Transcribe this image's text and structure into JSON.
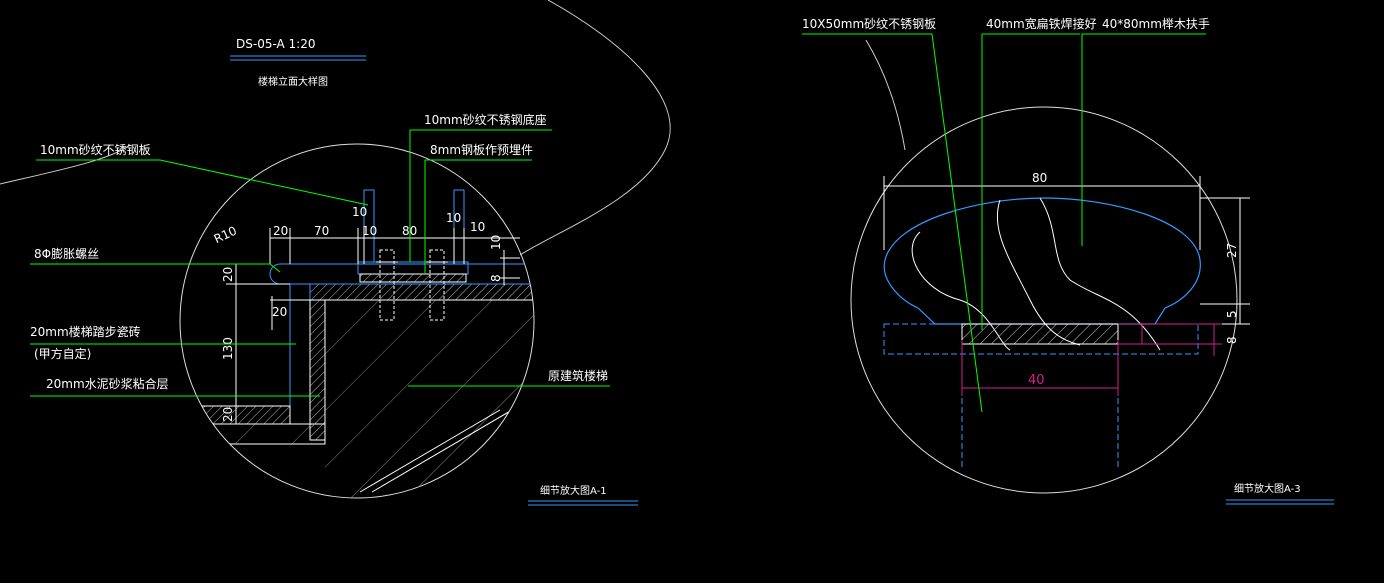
{
  "colors": {
    "background": "#000000",
    "outline": "#ffffff",
    "leader": "#00ff00",
    "detail": "#3399ff",
    "dimension": "#ffffff",
    "accent": "#d02090",
    "hatch": "#aaaaaa"
  },
  "left": {
    "drawing_code": "DS-05-A 1:20",
    "drawing_title": "楼梯立面大样图",
    "radius_label": "R10",
    "caption": "细节放大图A-1",
    "callouts": {
      "base_plate": "10mm砂纹不锈钢底座",
      "embedded_plate": "8mm钢板作预埋件",
      "steel_plate": "10mm砂纹不锈钢板",
      "bolt": "8Φ膨胀螺丝",
      "tile_line1": "20mm楼梯踏步瓷砖",
      "tile_line2": "(甲方自定)",
      "mortar": "20mm水泥砂浆粘合层",
      "original_stair": "原建筑楼梯"
    },
    "dims": {
      "d20a": "20",
      "d70": "70",
      "d10a": "10",
      "d80": "80",
      "d10b": "10",
      "d10c": "10",
      "d10top": "10",
      "d10r": "10",
      "d8r": "8",
      "v20a": "20",
      "v130": "130",
      "v20b": "20",
      "h20": "20"
    }
  },
  "right": {
    "caption": "细节放大图A-3",
    "callouts": {
      "stainless_plate": "10X50mm砂纹不锈钢板",
      "flat_steel": "40mm宽扁铁焊接好",
      "handrail": "40*80mm榉木扶手"
    },
    "dims": {
      "w80": "80",
      "h27": "27",
      "h5": "5",
      "h8": "8",
      "w40": "40"
    }
  }
}
